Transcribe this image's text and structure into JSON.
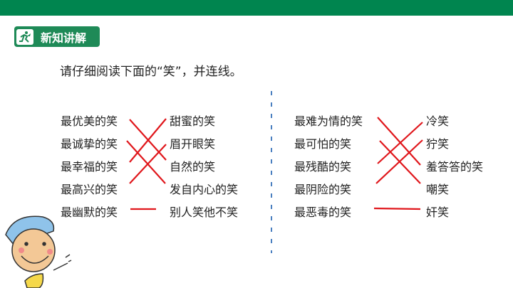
{
  "header": {
    "title": "新知讲解"
  },
  "instruction": "请仔细阅读下面的“笑”，并连线。",
  "left_group": {
    "left": [
      "最优美的笑",
      "最诚挚的笑",
      "最幸福的笑",
      "最高兴的笑",
      "最幽默的笑"
    ],
    "right": [
      "甜蜜的笑",
      "眉开眼笑",
      "自然的笑",
      "发自内心的笑",
      "别人笑他不笑"
    ]
  },
  "right_group": {
    "left": [
      "最难为情的笑",
      "最可怕的笑",
      "最残酷的笑",
      "最阴险的笑",
      "最恶毒的笑"
    ],
    "right": [
      "冷笑",
      "狞笑",
      "羞答答的笑",
      "嘲笑",
      "奸笑"
    ]
  },
  "colors": {
    "brand": "#00854f",
    "line": "#e0161b"
  }
}
